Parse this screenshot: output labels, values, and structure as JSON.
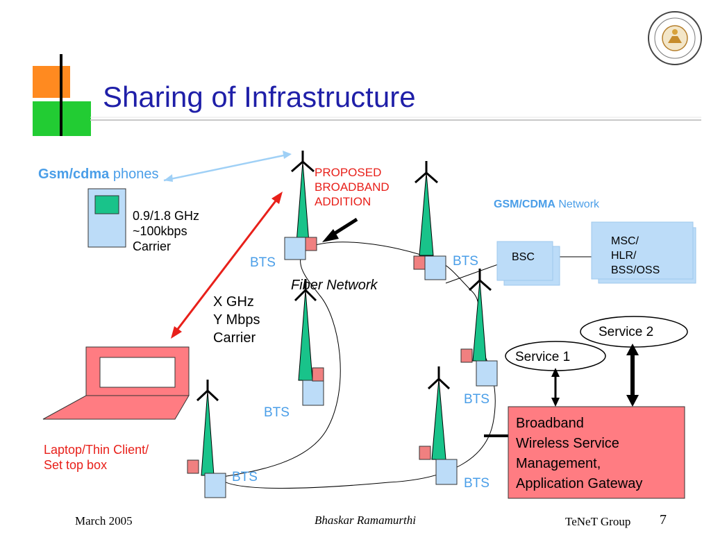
{
  "title": "Sharing of Infrastructure",
  "footer": {
    "date": "March 2005",
    "author": "Bhaskar Ramamurthi",
    "group": "TeNeT Group",
    "page": "7"
  },
  "phones": {
    "label_bold": "Gsm/cdma",
    "label_rest": " phones",
    "specs": "0.9/1.8 GHz\n~100kbps\nCarrier"
  },
  "proposed_label": "PROPOSED\nBROADBAND\nADDITION",
  "fiber_label": "Fiber Network",
  "gsm_network": {
    "label_bold": "GSM/CDMA",
    "label_rest": " Network",
    "bsc": "BSC",
    "msc": "MSC/\nHLR/\nBSS/OSS"
  },
  "broadband_carrier": "X GHz\nY Mbps\nCarrier",
  "bts_label": "BTS",
  "services": {
    "service1": "Service 1",
    "service2": "Service 2"
  },
  "gateway": "Broadband\nWireless Service\nManagement,\nApplication Gateway",
  "laptop_label": "Laptop/Thin Client/\nSet top box",
  "colors": {
    "title": "#1f1fa8",
    "accent_blue": "#4a9ee8",
    "tower_green": "#19c38a",
    "box_blue": "#bcdcf8",
    "gateway_pink": "#ff7c82",
    "arrow_red": "#e8201a"
  }
}
